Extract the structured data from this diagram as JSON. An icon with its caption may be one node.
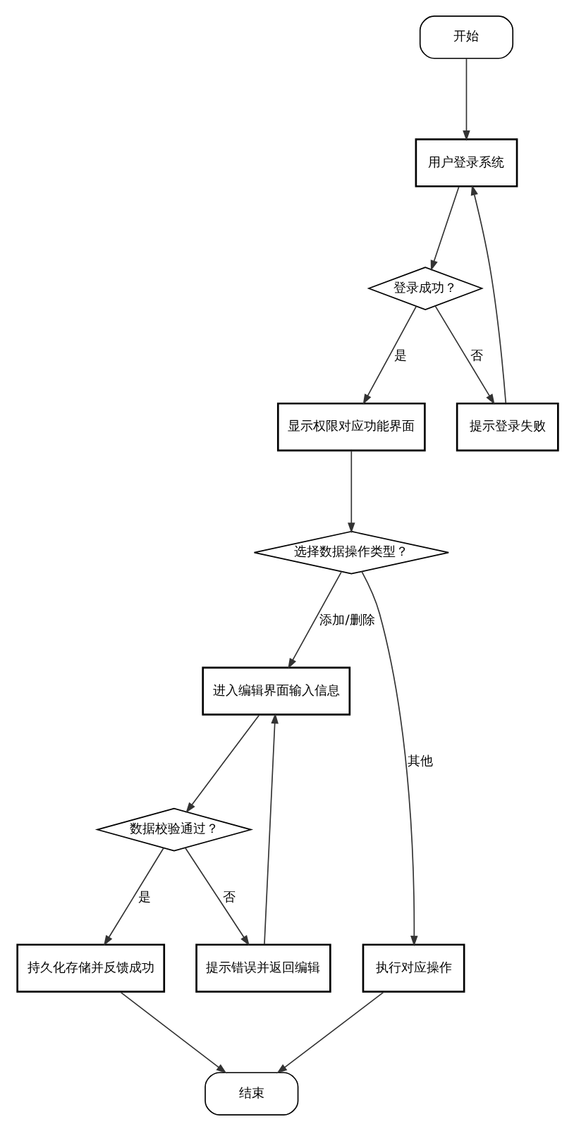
{
  "diagram": {
    "nodes": [
      {
        "text": [
          "开始"
        ]
      },
      {
        "text": [
          "用户登录系统"
        ]
      },
      {
        "text": [
          "登录成功？"
        ]
      },
      {
        "text": [
          "显示权限对应功能界面"
        ]
      },
      {
        "text": [
          "提示登录失败"
        ]
      },
      {
        "text": [
          "选择数据操作类型？"
        ]
      },
      {
        "text": [
          "进入编辑界面输入信息"
        ]
      },
      {
        "text": [
          "数据校验通过？"
        ]
      },
      {
        "text": [
          "持久化存储并反馈成功"
        ]
      },
      {
        "text": [
          "提示错误并返回编辑"
        ]
      },
      {
        "text": [
          "执行对应操作"
        ]
      },
      {
        "text": [
          "结束"
        ]
      }
    ],
    "edges": [
      {
        "from": 0,
        "to": 1,
        "arrow": "to"
      },
      {
        "from": 1,
        "to": 2,
        "arrow": "to"
      },
      {
        "from": 2,
        "to": 3,
        "arrow": "to",
        "label": "是"
      },
      {
        "from": 2,
        "to": 4,
        "arrow": "to",
        "label": "否"
      },
      {
        "from": 4,
        "to": 1,
        "arrow": "to"
      },
      {
        "from": 3,
        "to": 5,
        "arrow": "to"
      },
      {
        "from": 5,
        "to": 6,
        "arrow": "to",
        "label": "添加/删除"
      },
      {
        "from": 5,
        "to": 10,
        "arrow": "to",
        "label": "其他"
      },
      {
        "from": 6,
        "to": 7,
        "arrow": "to"
      },
      {
        "from": 7,
        "to": 8,
        "arrow": "to",
        "label": "是"
      },
      {
        "from": 7,
        "to": 9,
        "arrow": "to",
        "label": "否"
      },
      {
        "from": 9,
        "to": 6,
        "arrow": "to"
      },
      {
        "from": 8,
        "to": 11,
        "arrow": "to"
      },
      {
        "from": 10,
        "to": 11,
        "arrow": "to"
      }
    ]
  }
}
